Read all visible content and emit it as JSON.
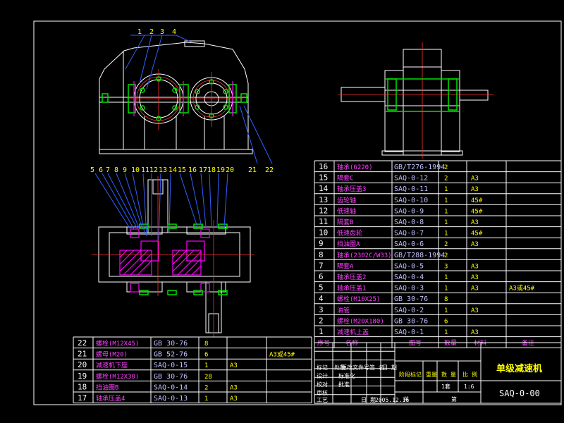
{
  "callouts_top": [
    "1",
    "2",
    "3",
    "4"
  ],
  "callouts_front_right": [
    "21",
    "22"
  ],
  "callouts_section": [
    "5",
    "6",
    "7",
    "8",
    "9",
    "10",
    "11",
    "12",
    "13",
    "14",
    "15",
    "16",
    "17",
    "18",
    "19",
    "20"
  ],
  "upper_bom": [
    {
      "no": "16",
      "name": "轴承(6220)",
      "code": "GB/T276-1994",
      "qty": "2",
      "mat": "",
      "note": ""
    },
    {
      "no": "15",
      "name": "隔套C",
      "code": "SAQ-0-12",
      "qty": "2",
      "mat": "A3",
      "note": ""
    },
    {
      "no": "14",
      "name": "轴承压盖3",
      "code": "SAQ-0-11",
      "qty": "1",
      "mat": "A3",
      "note": ""
    },
    {
      "no": "13",
      "name": "齿轮轴",
      "code": "SAQ-0-10",
      "qty": "1",
      "mat": "45#",
      "note": ""
    },
    {
      "no": "12",
      "name": "低速轴",
      "code": "SAQ-0-9",
      "qty": "1",
      "mat": "45#",
      "note": ""
    },
    {
      "no": "11",
      "name": "隔套B",
      "code": "SAQ-0-8",
      "qty": "1",
      "mat": "A3",
      "note": ""
    },
    {
      "no": "10",
      "name": "低速齿轮",
      "code": "SAQ-0-7",
      "qty": "1",
      "mat": "45#",
      "note": ""
    },
    {
      "no": "9",
      "name": "挡油圈A",
      "code": "SAQ-0-6",
      "qty": "2",
      "mat": "A3",
      "note": ""
    },
    {
      "no": "8",
      "name": "轴承(2302C/W33)",
      "code": "GB/T288-1994",
      "qty": "2",
      "mat": "",
      "note": ""
    },
    {
      "no": "7",
      "name": "隔套A",
      "code": "SAQ-0-5",
      "qty": "3",
      "mat": "A3",
      "note": ""
    },
    {
      "no": "6",
      "name": "轴承压盖2",
      "code": "SAQ-0-4",
      "qty": "1",
      "mat": "A3",
      "note": ""
    },
    {
      "no": "5",
      "name": "轴承压盖1",
      "code": "SAQ-0-3",
      "qty": "1",
      "mat": "A3",
      "note": "A3或45#"
    },
    {
      "no": "4",
      "name": "螺栓(M10X25)",
      "code": "GB 30-76",
      "qty": "8",
      "mat": "",
      "note": ""
    },
    {
      "no": "3",
      "name": "油管",
      "code": "SAQ-0-2",
      "qty": "1",
      "mat": "A3",
      "note": ""
    },
    {
      "no": "2",
      "name": "螺栓(M20X180)",
      "code": "GB 30-76",
      "qty": "6",
      "mat": "",
      "note": ""
    },
    {
      "no": "1",
      "name": "减速机上盖",
      "code": "SAQ-0-1",
      "qty": "1",
      "mat": "A3",
      "note": ""
    }
  ],
  "upper_header": {
    "no": "序号",
    "name": "名称",
    "code": "图号",
    "qty": "数量",
    "mat": "材料",
    "note": "备注"
  },
  "lower_bom": [
    {
      "no": "22",
      "name": "螺栓(M12X45)",
      "code": "GB 30-76",
      "qty": "8",
      "mat": "",
      "note": ""
    },
    {
      "no": "21",
      "name": "螺母(M20)",
      "code": "GB 52-76",
      "qty": "6",
      "mat": "",
      "note": "A3或45#"
    },
    {
      "no": "20",
      "name": "减速机下座",
      "code": "SAQ-0-15",
      "qty": "1",
      "mat": "A3",
      "note": ""
    },
    {
      "no": "19",
      "name": "螺栓(M12X30)",
      "code": "GB 30-76",
      "qty": "28",
      "mat": "",
      "note": ""
    },
    {
      "no": "18",
      "name": "挡油圈B",
      "code": "SAQ-0-14",
      "qty": "2",
      "mat": "A3",
      "note": ""
    },
    {
      "no": "17",
      "name": "轴承压盖4",
      "code": "SAQ-0-13",
      "qty": "1",
      "mat": "A3",
      "note": ""
    }
  ],
  "title_block": {
    "drawing_title": "单级减速机",
    "drawing_code": "SAQ-0-00",
    "row_labels": [
      "标记",
      "处数",
      "更改文件号",
      "签 名",
      "日 期"
    ],
    "design": "设计",
    "check": "校对",
    "review": "审核",
    "craft": "工艺",
    "std": "标准化",
    "approve": "批准",
    "date_label": "日 期",
    "date": "2005.12.16",
    "stage_mark": "阶段标记",
    "weight": "重量",
    "scale_label": "数 量",
    "scale_head": "比 例",
    "sheet": "1套",
    "scale": "1:6",
    "total": "共",
    "page": "第"
  }
}
